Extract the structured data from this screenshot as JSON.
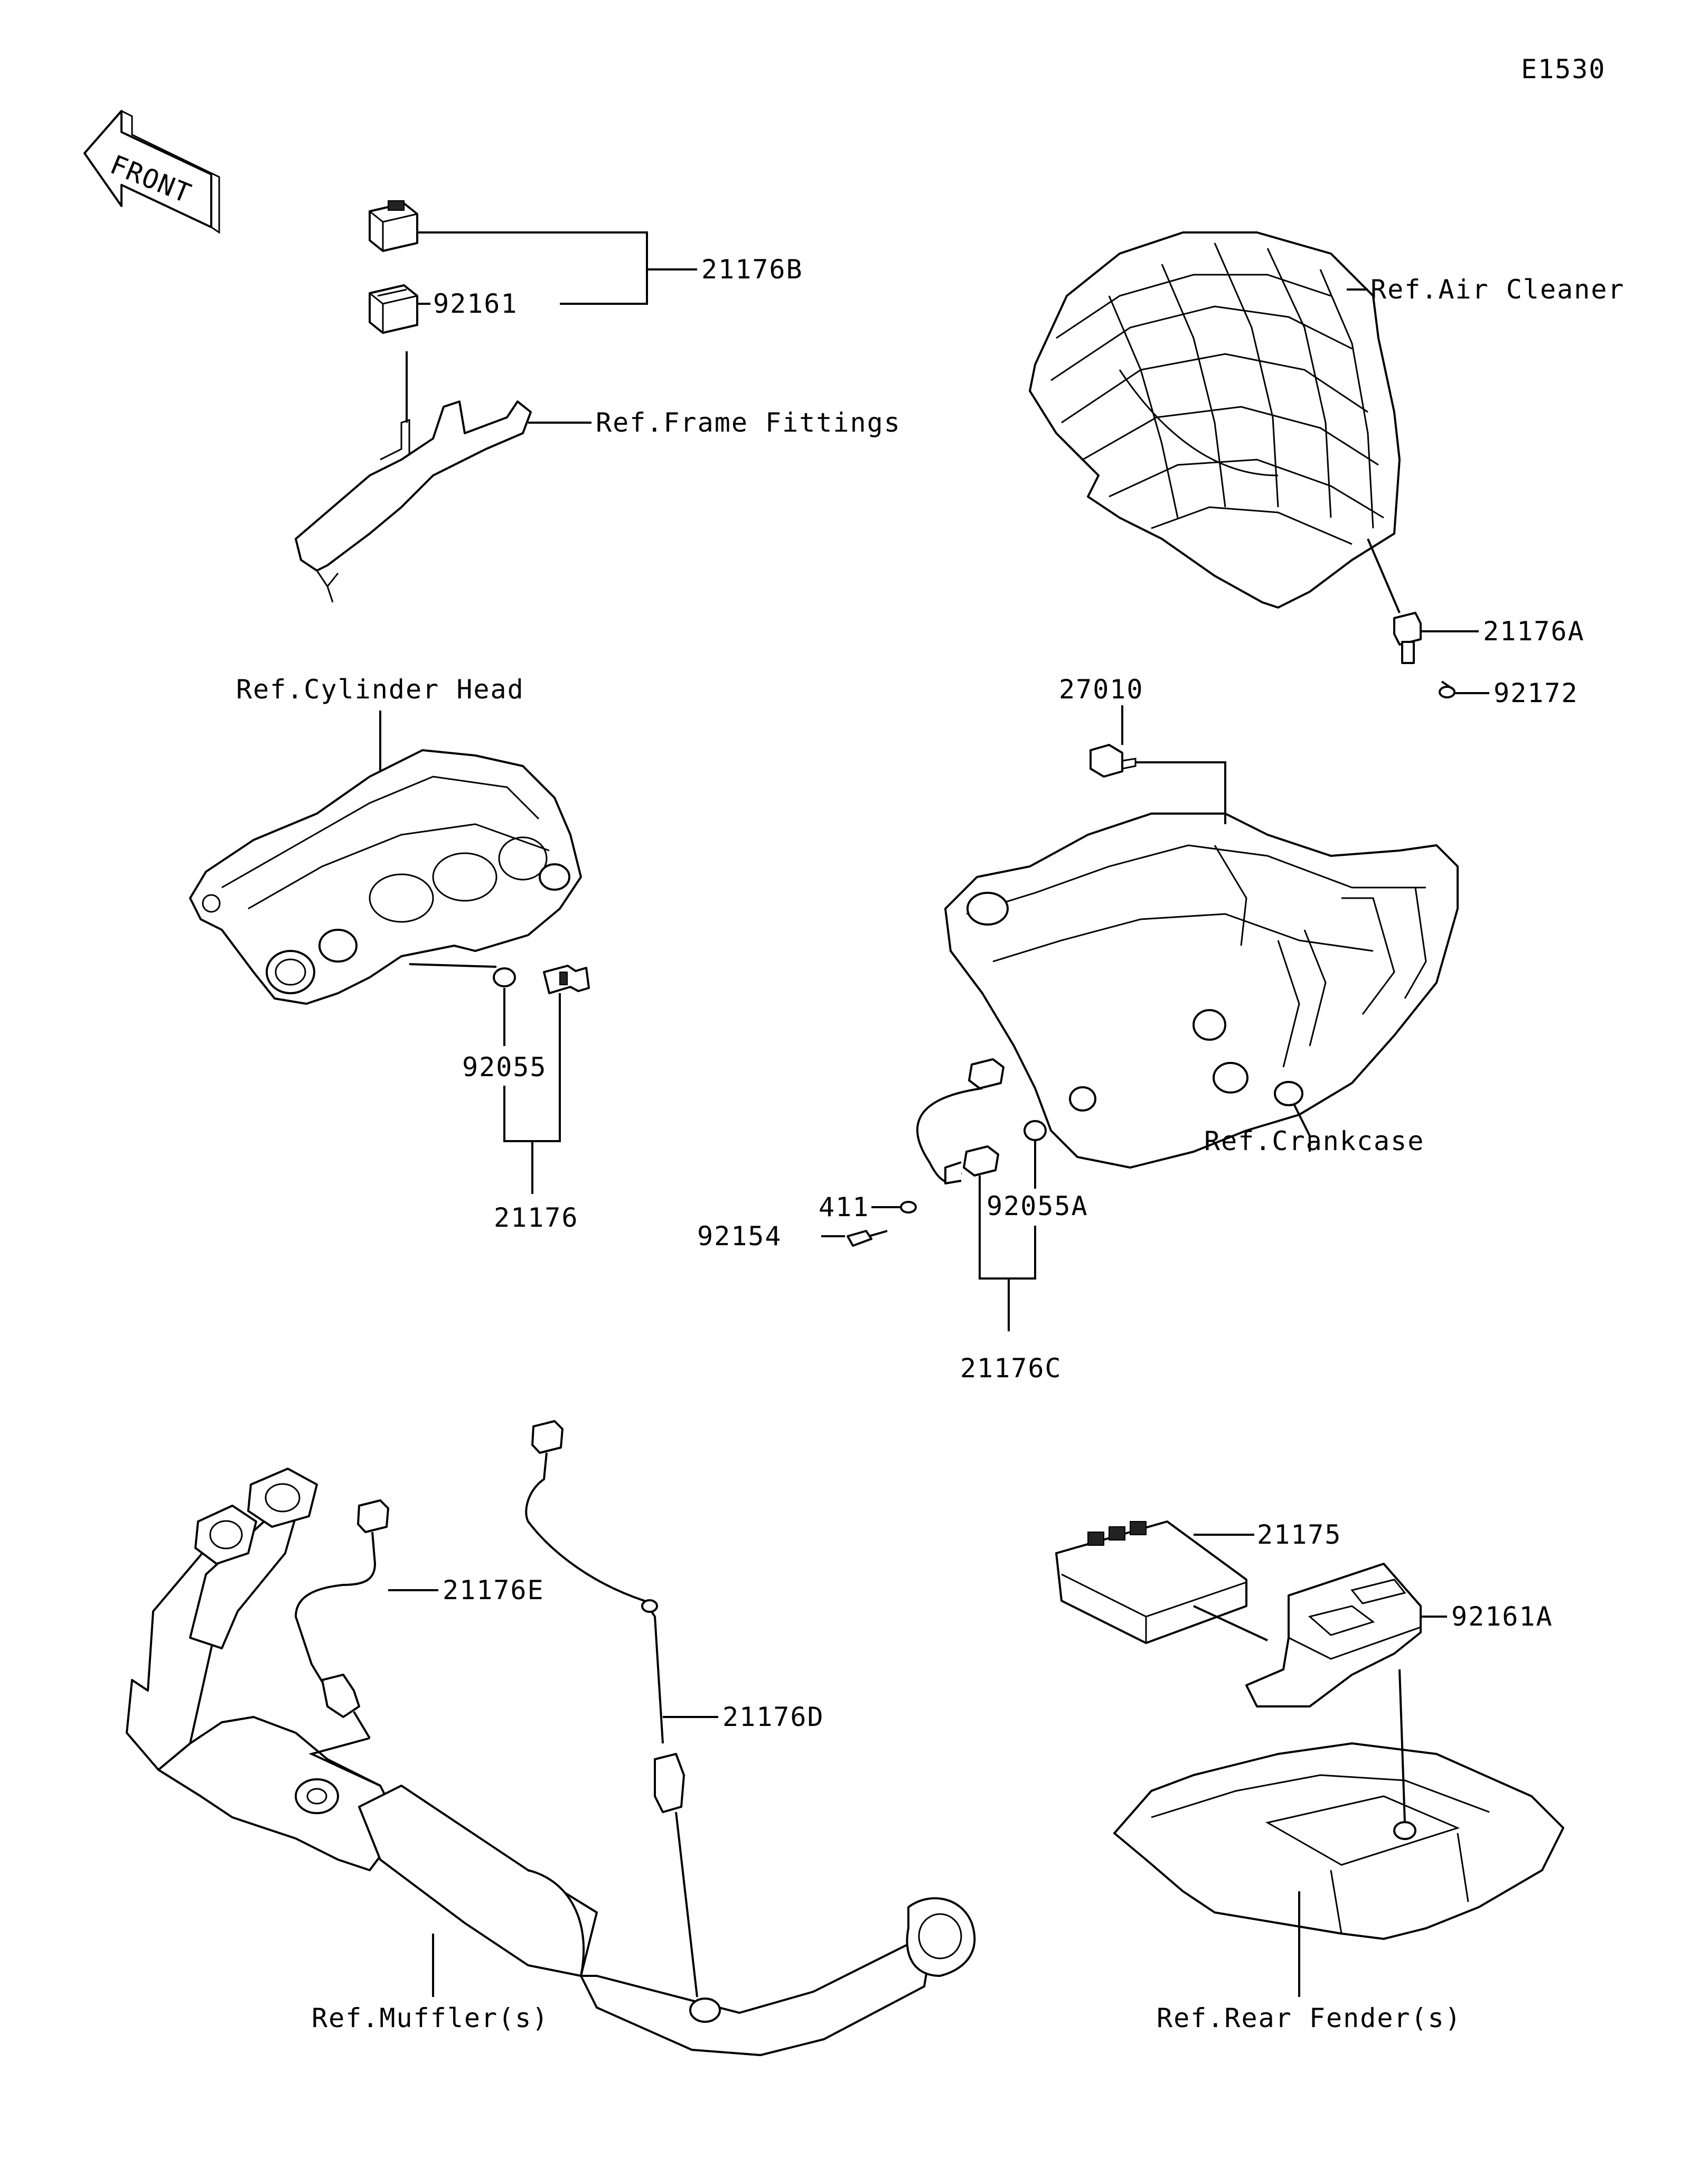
{
  "diagram_code": "E1530",
  "front_label": "FRONT",
  "callouts": {
    "p21176B": "21176B",
    "p92161": "92161",
    "frame_fittings": "Ref.Frame Fittings",
    "air_cleaner": "Ref.Air Cleaner",
    "p21176A": "21176A",
    "p92172": "92172",
    "p27010": "27010",
    "cylinder_head": "Ref.Cylinder Head",
    "p92055": "92055",
    "p21176": "21176",
    "crankcase": "Ref.Crankcase",
    "p411": "411",
    "p92154": "92154",
    "p92055A": "92055A",
    "p21176C": "21176C",
    "p21176E": "21176E",
    "p21176D": "21176D",
    "p21175": "21175",
    "p92161A": "92161A",
    "mufflers": "Ref.Muffler(s)",
    "rear_fender": "Ref.Rear Fender(s)"
  }
}
